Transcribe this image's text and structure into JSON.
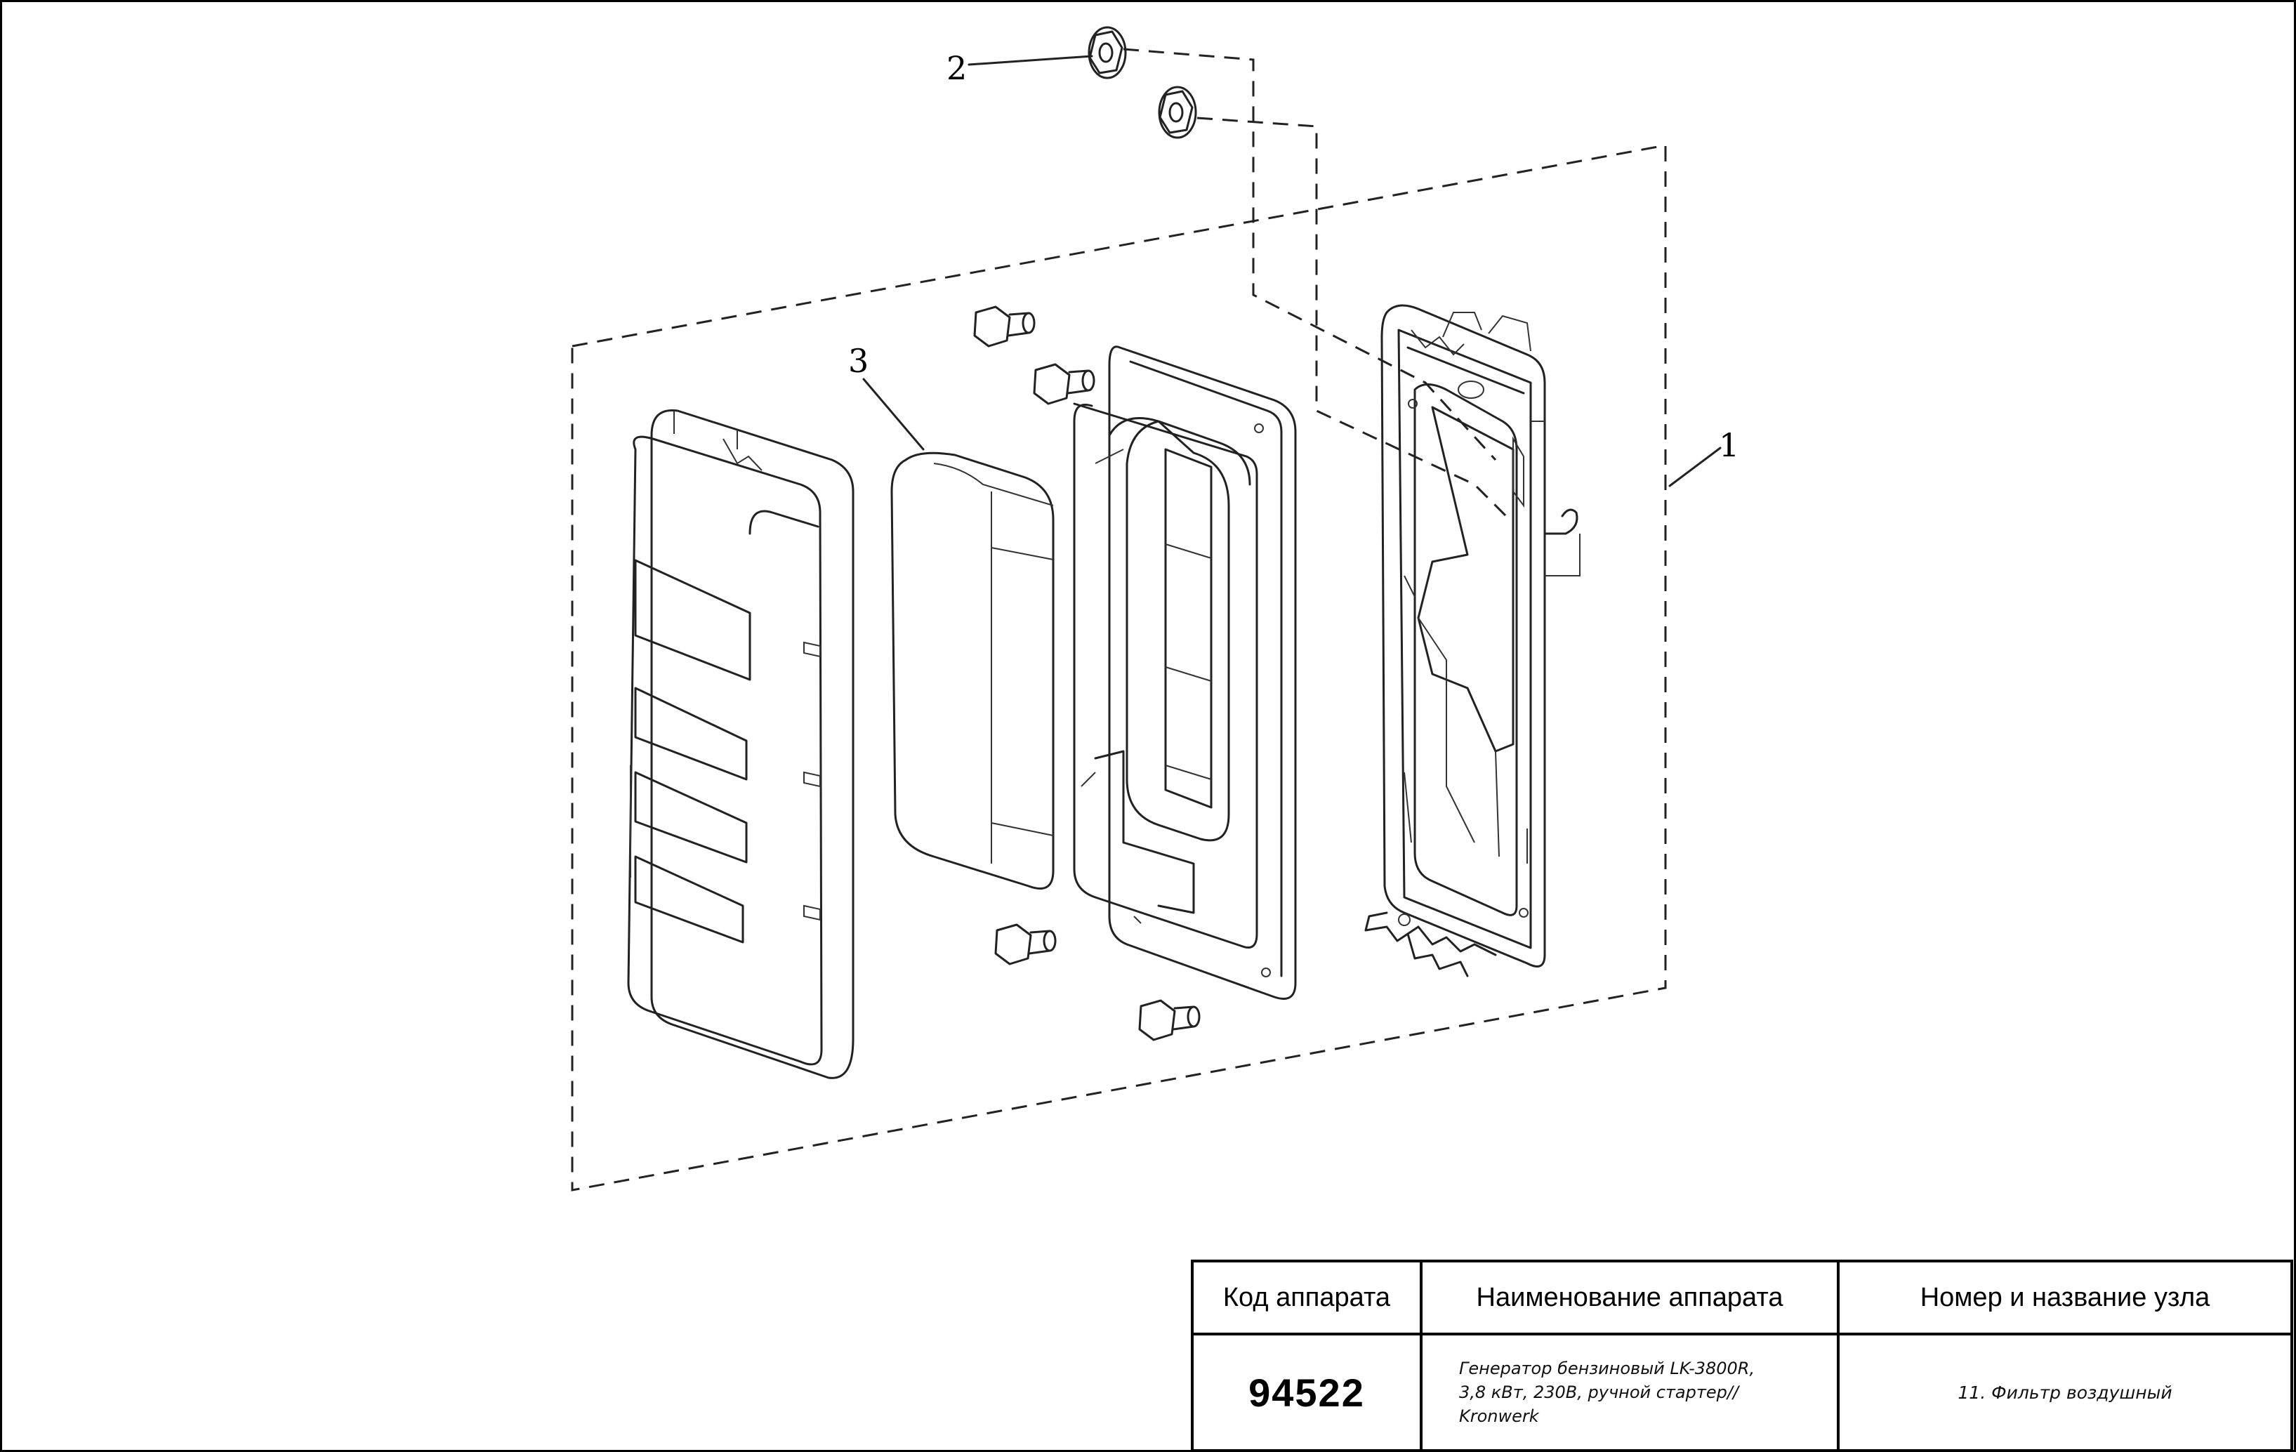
{
  "diagram": {
    "callouts": [
      "1",
      "2",
      "3"
    ]
  },
  "title_block": {
    "headers": {
      "code": "Код аппарата",
      "name": "Наименование аппарата",
      "unit": "Номер и название узла"
    },
    "code": "94522",
    "name_lines": [
      "Генератор бензиновый LK-3800R,",
      "3,8 кВт, 230В, ручной стартер//",
      "Kronwerk"
    ],
    "unit": "11. Фильтр воздушный"
  }
}
